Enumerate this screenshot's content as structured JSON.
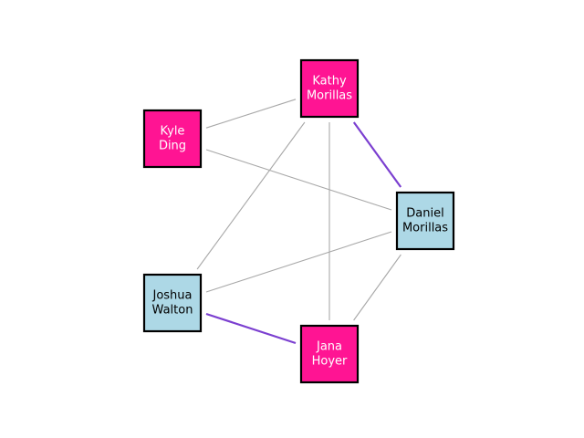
{
  "diagram": {
    "type": "network-graph",
    "colors": {
      "pink_node": "#ff1493",
      "blue_node": "#add8e6",
      "default_edge": "#a8a8a8",
      "highlight_edge": "#7b3fd0",
      "pink_text": "#ffffff",
      "blue_text": "#000000"
    },
    "nodes": [
      {
        "id": "kathy",
        "line1": "Kathy",
        "line2": "Morillas",
        "color": "pink"
      },
      {
        "id": "kyle",
        "line1": "Kyle",
        "line2": "Ding",
        "color": "pink"
      },
      {
        "id": "daniel",
        "line1": "Daniel",
        "line2": "Morillas",
        "color": "blue"
      },
      {
        "id": "joshua",
        "line1": "Joshua",
        "line2": "Walton",
        "color": "blue"
      },
      {
        "id": "jana",
        "line1": "Jana",
        "line2": "Hoyer",
        "color": "pink"
      }
    ],
    "edges": [
      {
        "source": "kyle",
        "target": "kathy",
        "highlighted": false
      },
      {
        "source": "kyle",
        "target": "daniel",
        "highlighted": false
      },
      {
        "source": "kathy",
        "target": "joshua",
        "highlighted": false
      },
      {
        "source": "kathy",
        "target": "jana",
        "highlighted": false
      },
      {
        "source": "kathy",
        "target": "daniel",
        "highlighted": true
      },
      {
        "source": "joshua",
        "target": "daniel",
        "highlighted": false
      },
      {
        "source": "jana",
        "target": "daniel",
        "highlighted": false
      },
      {
        "source": "joshua",
        "target": "jana",
        "highlighted": true
      }
    ]
  }
}
